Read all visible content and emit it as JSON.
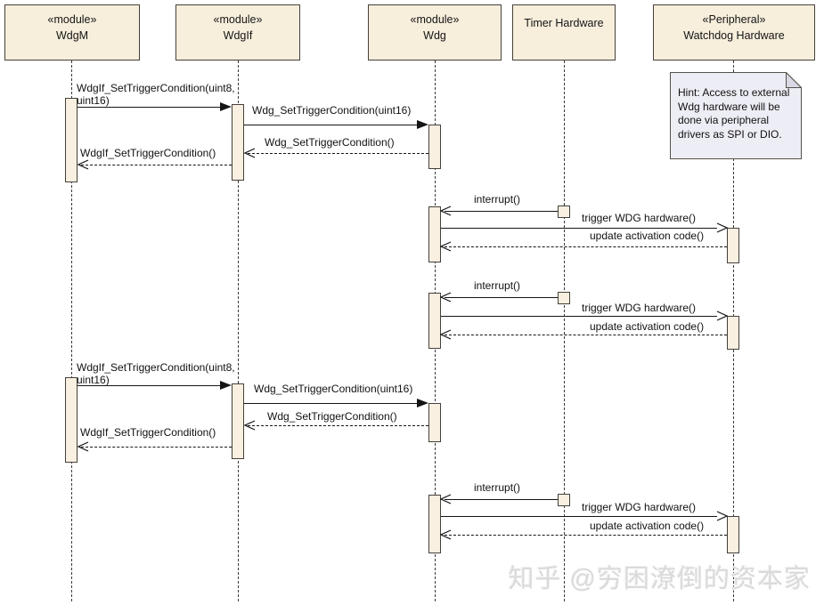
{
  "diagram": {
    "participants": [
      {
        "stereotype": "«module»",
        "name": "WdgM"
      },
      {
        "stereotype": "«module»",
        "name": "WdgIf"
      },
      {
        "stereotype": "«module»",
        "name": "Wdg"
      },
      {
        "stereotype": "",
        "name": "Timer Hardware"
      },
      {
        "stereotype": "«Peripheral»",
        "name": "Watchdog Hardware"
      }
    ],
    "note": {
      "text": "Hint: Access to external\nWdg hardware will be\ndone via peripheral\ndrivers as SPI or DIO."
    },
    "labels": {
      "wdgif_call_l1": "WdgIf_SetTriggerCondition(uint8,",
      "wdgif_call_l2": "uint16)",
      "wdg_call": "Wdg_SetTriggerCondition(uint16)",
      "wdg_return": "Wdg_SetTriggerCondition()",
      "wdgif_return": "WdgIf_SetTriggerCondition()",
      "interrupt": "interrupt()",
      "trigger": "trigger WDG hardware()",
      "update": "update activation code()"
    },
    "watermark": "知乎 @穷困潦倒的资本家"
  }
}
